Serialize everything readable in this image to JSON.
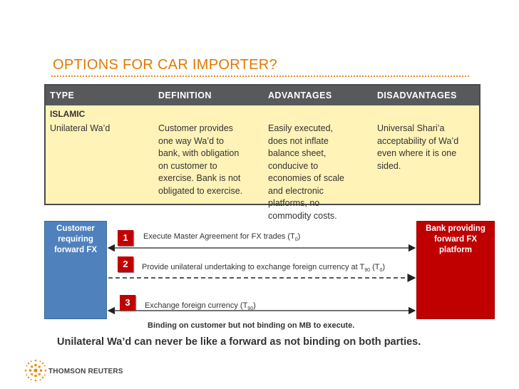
{
  "slide": {
    "title": "OPTIONS FOR CAR IMPORTER?",
    "accent_color": "#e07a00"
  },
  "table": {
    "headers": [
      "TYPE",
      "DEFINITION",
      "ADVANTAGES",
      "DISADVANTAGES"
    ],
    "section": "ISLAMIC",
    "row": {
      "type": "Unilateral Wa’d",
      "definition": [
        "Customer provides",
        "one way Wa’d to",
        "bank, with obligation",
        "on customer to",
        "exercise. Bank is not",
        "obligated to exercise."
      ],
      "advantages": [
        "Easily executed,",
        "does not inflate",
        "balance sheet,",
        "conducive to",
        "economies of scale",
        "and electronic",
        "platforms, no",
        "commodity costs."
      ],
      "disadvantages": [
        "Universal Shari’a",
        "acceptability of Wa’d",
        "even where it is one",
        "sided."
      ]
    }
  },
  "diagram": {
    "customer": [
      "Customer",
      "requiring",
      "forward FX"
    ],
    "bank": [
      "Bank providing",
      "forward FX",
      "platform"
    ],
    "steps": [
      {
        "num": "1",
        "text": "Execute Master Agreement for FX trades (T",
        "sub": "0",
        "tail": ")"
      },
      {
        "num": "2",
        "text": "Provide unilateral undertaking to exchange foreign currency at T",
        "sub": "90",
        "mid": " (T",
        "sub2": "0",
        "tail": ")"
      },
      {
        "num": "3",
        "text": "Exchange foreign currency (T",
        "sub": "90",
        "tail": ")"
      }
    ],
    "note": "Binding on customer but not binding on MB to execute."
  },
  "summary": "Unilateral Wa’d can never be like a forward as not binding on both parties.",
  "logo": {
    "text": "THOMSON REUTERS",
    "color": "#f08a00"
  }
}
